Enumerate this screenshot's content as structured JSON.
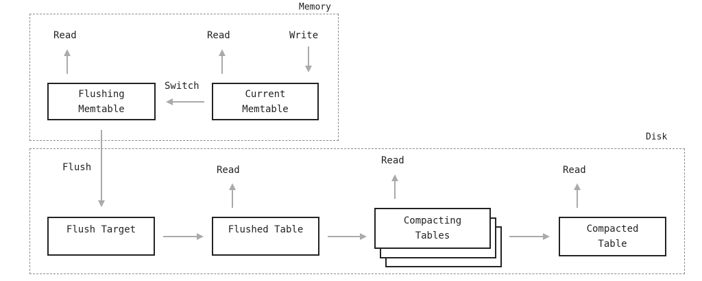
{
  "regions": {
    "memory": "Memory",
    "disk": "Disk"
  },
  "boxes": {
    "flushing_memtable": "Flushing\nMemtable",
    "current_memtable": "Current\nMemtable",
    "flush_target": "Flush Target",
    "flushed_table": "Flushed Table",
    "compacting_tables": "Compacting\nTables",
    "compacted_table": "Compacted\nTable"
  },
  "labels": {
    "read_flushing": "Read",
    "read_current": "Read",
    "write": "Write",
    "switch": "Switch",
    "flush": "Flush",
    "read_flushed": "Read",
    "read_compacting": "Read",
    "read_compacted": "Read"
  }
}
